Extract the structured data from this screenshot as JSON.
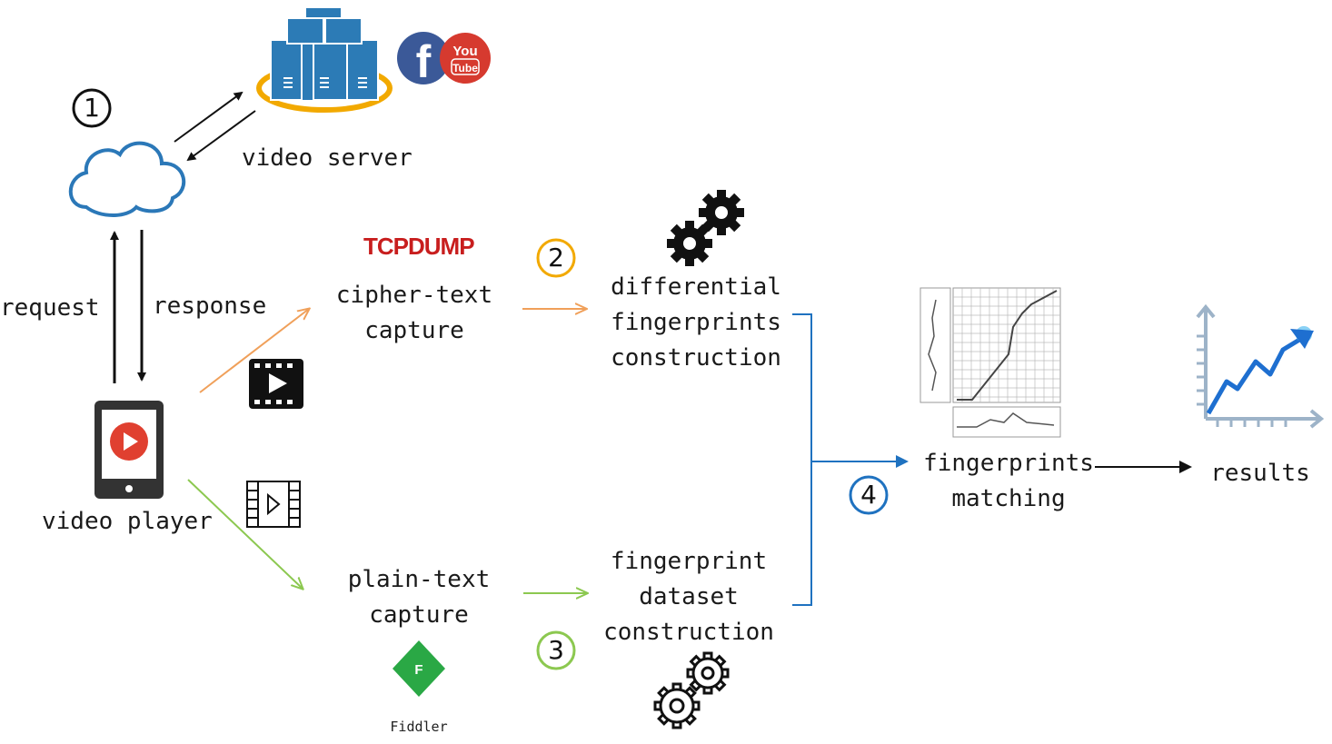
{
  "labels": {
    "video_server": "video server",
    "request": "request",
    "response": "response",
    "video_player": "video player",
    "cipher_capture": [
      "cipher-text",
      "capture"
    ],
    "plain_capture": [
      "plain-text",
      "capture"
    ],
    "differential": [
      "differential",
      "fingerprints",
      "construction"
    ],
    "dataset": [
      "fingerprint",
      "dataset",
      "construction"
    ],
    "matching": [
      "fingerprints",
      "matching"
    ],
    "results": "results",
    "tcpdump": "TCPDUMP",
    "fiddler": "Fiddler",
    "fiddler_logo_letter": "F",
    "facebook_logo_letter": "f",
    "youtube_logo": [
      "You",
      "Tube"
    ]
  },
  "steps": [
    "1",
    "2",
    "3",
    "4"
  ],
  "colors": {
    "step1": "#111111",
    "step2": "#f0a05a",
    "step3": "#8cc850",
    "step4": "#1f72c0",
    "server_blue": "#2c7bb6",
    "server_ring": "#f2a900",
    "cloud": "#2b78b8",
    "youtube_red": "#d63a2f",
    "facebook_blue": "#3b5998",
    "fiddler_green": "#2aa845",
    "results_line": "#1e6fd0"
  },
  "icons": [
    "server-icon",
    "cloud-icon",
    "facebook-icon",
    "youtube-icon",
    "tablet-play-icon",
    "video-film-icon",
    "film-strip-icon",
    "tcpdump-logo",
    "fiddler-logo",
    "gears-icon",
    "dtw-chart-icon",
    "results-chart-icon"
  ]
}
